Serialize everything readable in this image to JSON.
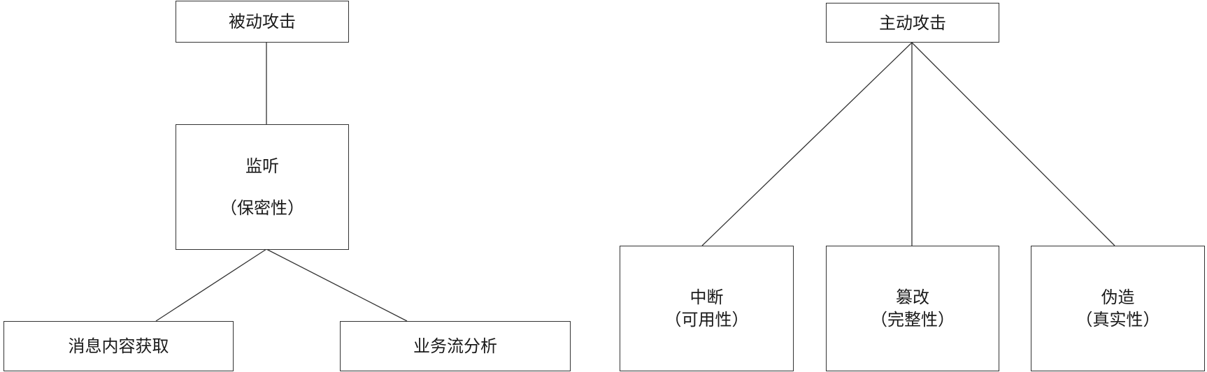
{
  "passive": {
    "root": {
      "label": "被动攻击"
    },
    "mid": {
      "label": "监听",
      "sub": "（保密性）"
    },
    "children": [
      {
        "label": "消息内容获取"
      },
      {
        "label": "业务流分析"
      }
    ]
  },
  "active": {
    "root": {
      "label": "主动攻击"
    },
    "children": [
      {
        "label": "中断",
        "sub": "（可用性）"
      },
      {
        "label": "篡改",
        "sub": "（完整性）"
      },
      {
        "label": "伪造",
        "sub": "（真实性）"
      }
    ]
  },
  "colors": {
    "line": "#333333",
    "text": "#1a1a1a",
    "background": "#ffffff"
  }
}
